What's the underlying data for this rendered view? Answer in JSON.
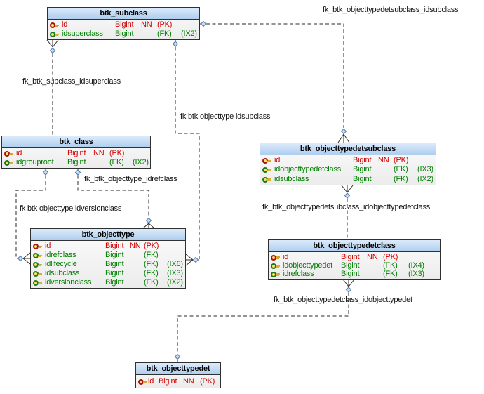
{
  "tables": [
    {
      "name": "btk_subclass",
      "columns": [
        {
          "name": "id",
          "type": "Bigint",
          "nn": "NN",
          "key": "(PK)",
          "index": "",
          "kind": "pk"
        },
        {
          "name": "idsuperclass",
          "type": "Bigint",
          "nn": "",
          "key": "(FK)",
          "index": "(IX2)",
          "kind": "fk"
        }
      ]
    },
    {
      "name": "btk_class",
      "columns": [
        {
          "name": "id",
          "type": "Bigint",
          "nn": "NN",
          "key": "(PK)",
          "index": "",
          "kind": "pk"
        },
        {
          "name": "idgrouproot",
          "type": "Bigint",
          "nn": "",
          "key": "(FK)",
          "index": "(IX2)",
          "kind": "fk"
        }
      ]
    },
    {
      "name": "btk_objecttype",
      "columns": [
        {
          "name": "id",
          "type": "Bigint",
          "nn": "NN",
          "key": "(PK)",
          "index": "",
          "kind": "pk"
        },
        {
          "name": "idrefclass",
          "type": "Bigint",
          "nn": "",
          "key": "(FK)",
          "index": "",
          "kind": "fk"
        },
        {
          "name": "idlifecycle",
          "type": "Bigint",
          "nn": "",
          "key": "(FK)",
          "index": "(IX6)",
          "kind": "fk"
        },
        {
          "name": "idsubclass",
          "type": "Bigint",
          "nn": "",
          "key": "(FK)",
          "index": "(IX3)",
          "kind": "fk"
        },
        {
          "name": "idversionclass",
          "type": "Bigint",
          "nn": "",
          "key": "(FK)",
          "index": "(IX2)",
          "kind": "fk"
        }
      ]
    },
    {
      "name": "btk_objecttypedetsubclass",
      "columns": [
        {
          "name": "id",
          "type": "Bigint",
          "nn": "NN",
          "key": "(PK)",
          "index": "",
          "kind": "pk"
        },
        {
          "name": "idobjecttypedetclass",
          "type": "Bigint",
          "nn": "",
          "key": "(FK)",
          "index": "(IX3)",
          "kind": "fk"
        },
        {
          "name": "idsubclass",
          "type": "Bigint",
          "nn": "",
          "key": "(FK)",
          "index": "(IX2)",
          "kind": "fk"
        }
      ]
    },
    {
      "name": "btk_objecttypedetclass",
      "columns": [
        {
          "name": "id",
          "type": "Bigint",
          "nn": "NN",
          "key": "(PK)",
          "index": "",
          "kind": "pk"
        },
        {
          "name": "idobjecttypedet",
          "type": "Bigint",
          "nn": "",
          "key": "(FK)",
          "index": "(IX4)",
          "kind": "fk"
        },
        {
          "name": "idrefclass",
          "type": "Bigint",
          "nn": "",
          "key": "(FK)",
          "index": "(IX3)",
          "kind": "fk"
        }
      ]
    },
    {
      "name": "btk_objecttypedet",
      "columns": [
        {
          "name": "id",
          "type": "Bigint",
          "nn": "NN",
          "key": "(PK)",
          "index": "",
          "kind": "pk"
        }
      ]
    }
  ],
  "relationships": [
    {
      "label": "fk_btk_objecttypedetsubclass_idsubclass"
    },
    {
      "label": "fk_btk_subclass_idsuperclass"
    },
    {
      "label": "fk btk objecttype idsubclass"
    },
    {
      "label": "fk_btk_objecttype_idrefclass"
    },
    {
      "label": "fk btk objecttype idversionclass"
    },
    {
      "label": "fk_btk_objecttypedetsubclass_idobjecttypedetclass"
    },
    {
      "label": "fk_btk_objecttypedetclass_idobjecttypedet"
    }
  ],
  "colors": {
    "pk_text": "#d40000",
    "fk_text": "#008000",
    "header_fill_top": "#dcebfb",
    "header_fill_bottom": "#aecdee",
    "table_border": "#303030",
    "relationship_line": "#2a2a2a",
    "diamond_fill": "#ccdcf0",
    "diamond_stroke": "#4f7ab0",
    "key_icon_pk": "#a81414",
    "key_icon_fk": "#1e7a1e",
    "key_icon_gold": "#d9b036"
  }
}
